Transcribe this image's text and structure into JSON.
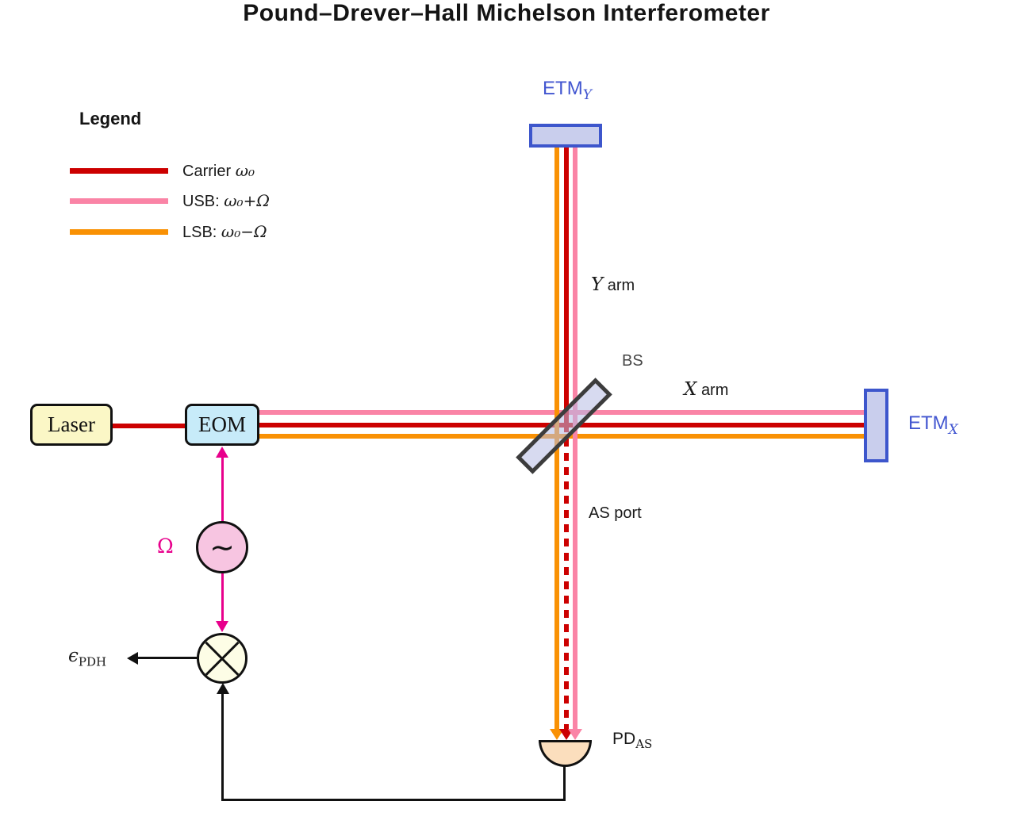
{
  "title": "Pound–Drever–Hall Michelson Interferometer",
  "legend": {
    "heading": "Legend",
    "items": [
      {
        "text": "Carrier",
        "math": "ω₀",
        "color": "#CC0000"
      },
      {
        "text": "USB:",
        "math": "ω₀+Ω",
        "color": "#FA84A6"
      },
      {
        "text": "LSB:",
        "math": "ω₀−Ω",
        "color": "#F99104"
      }
    ]
  },
  "components": {
    "laser": {
      "label": "Laser"
    },
    "eom": {
      "label": "EOM"
    },
    "beamsplitter": {
      "label": "BS"
    },
    "etm_y": {
      "label": "ETM",
      "sub": "Y"
    },
    "etm_x": {
      "label": "ETM",
      "sub": "X"
    },
    "photodetector": {
      "label": "PD",
      "sub": "AS"
    },
    "oscillator": {
      "symbol": "∼",
      "label": "Ω"
    },
    "error_signal": {
      "label": "ϵ",
      "sub": "PDH"
    }
  },
  "labels": {
    "y_arm": {
      "math": "Y",
      "text": "arm"
    },
    "x_arm": {
      "math": "X",
      "text": "arm"
    },
    "as_port": "AS port"
  },
  "colors": {
    "carrier": "#CC0000",
    "usb": "#FA84A6",
    "lsb": "#F99104",
    "modulation": "#E8008C",
    "mirror_border": "#3D56CC",
    "mirror_fill": "#C9CEED",
    "mirror_label": "#4256D0",
    "laser_fill": "#FBF7C6",
    "eom_fill": "#C7EBF9",
    "oscillator_fill": "#F7C5E1",
    "mixer_fill": "#FDFDE6",
    "photodetector_fill": "#FBDEBD"
  }
}
